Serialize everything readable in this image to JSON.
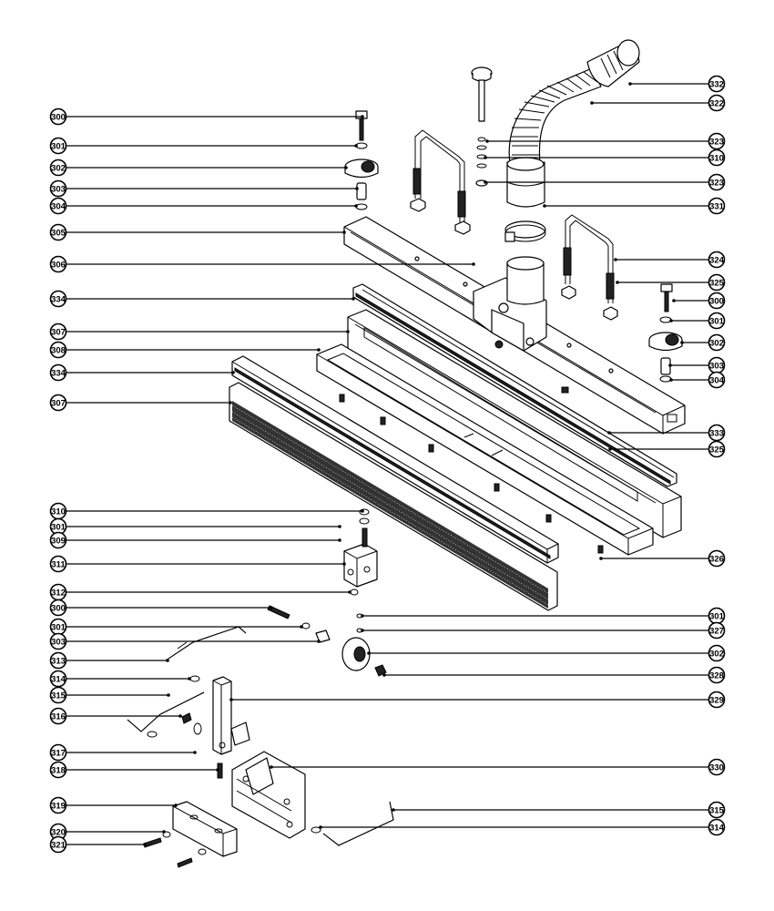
{
  "callouts_left": [
    {
      "label": "300"
    },
    {
      "label": "301"
    },
    {
      "label": "302"
    },
    {
      "label": "303"
    },
    {
      "label": "304"
    },
    {
      "label": "305"
    },
    {
      "label": "306"
    },
    {
      "label": "334"
    },
    {
      "label": "307"
    },
    {
      "label": "308"
    },
    {
      "label": "334"
    },
    {
      "label": "307"
    },
    {
      "label": "310"
    },
    {
      "label": "301"
    },
    {
      "label": "309"
    },
    {
      "label": "311"
    },
    {
      "label": "312"
    },
    {
      "label": "300"
    },
    {
      "label": "301"
    },
    {
      "label": "303"
    },
    {
      "label": "313"
    },
    {
      "label": "314"
    },
    {
      "label": "315"
    },
    {
      "label": "316"
    },
    {
      "label": "317"
    },
    {
      "label": "318"
    },
    {
      "label": "319"
    },
    {
      "label": "320"
    },
    {
      "label": "321"
    }
  ],
  "callouts_right": [
    {
      "label": "332"
    },
    {
      "label": "322"
    },
    {
      "label": "323"
    },
    {
      "label": "310"
    },
    {
      "label": "323"
    },
    {
      "label": "331"
    },
    {
      "label": "324"
    },
    {
      "label": "325"
    },
    {
      "label": "300"
    },
    {
      "label": "301"
    },
    {
      "label": "302"
    },
    {
      "label": "303"
    },
    {
      "label": "304"
    },
    {
      "label": "333"
    },
    {
      "label": "325"
    },
    {
      "label": "326"
    },
    {
      "label": "301"
    },
    {
      "label": "327"
    },
    {
      "label": "302"
    },
    {
      "label": "328"
    },
    {
      "label": "329"
    },
    {
      "label": "330"
    },
    {
      "label": "315"
    },
    {
      "label": "314"
    }
  ]
}
